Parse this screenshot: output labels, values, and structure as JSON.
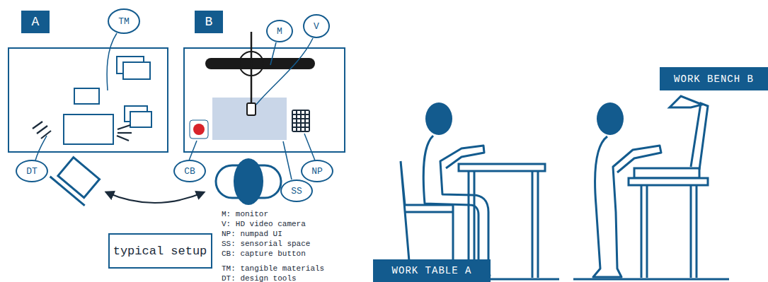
{
  "diagram": {
    "nodes": [
      {
        "text": [
          "A"
        ]
      },
      {
        "text": [
          "TM"
        ]
      },
      {
        "text": [
          "B"
        ]
      },
      {
        "text": [
          "M"
        ]
      },
      {
        "text": [
          "V"
        ]
      },
      {
        "text": [
          "DT"
        ]
      },
      {
        "text": [
          "CB"
        ]
      },
      {
        "text": [
          "NP"
        ]
      },
      {
        "text": [
          "SS"
        ]
      },
      {
        "text": [
          "typical setup"
        ]
      },
      {
        "text": [
          "WORK BENCH B"
        ]
      },
      {
        "text": [
          "WORK TABLE A"
        ]
      }
    ],
    "labels": [
      "M: monitor",
      "V: HD video camera",
      "NP: numpad UI",
      "SS: sensorial space",
      "CB: capture button",
      "TM: tangible materials",
      "DT: design tools"
    ]
  }
}
